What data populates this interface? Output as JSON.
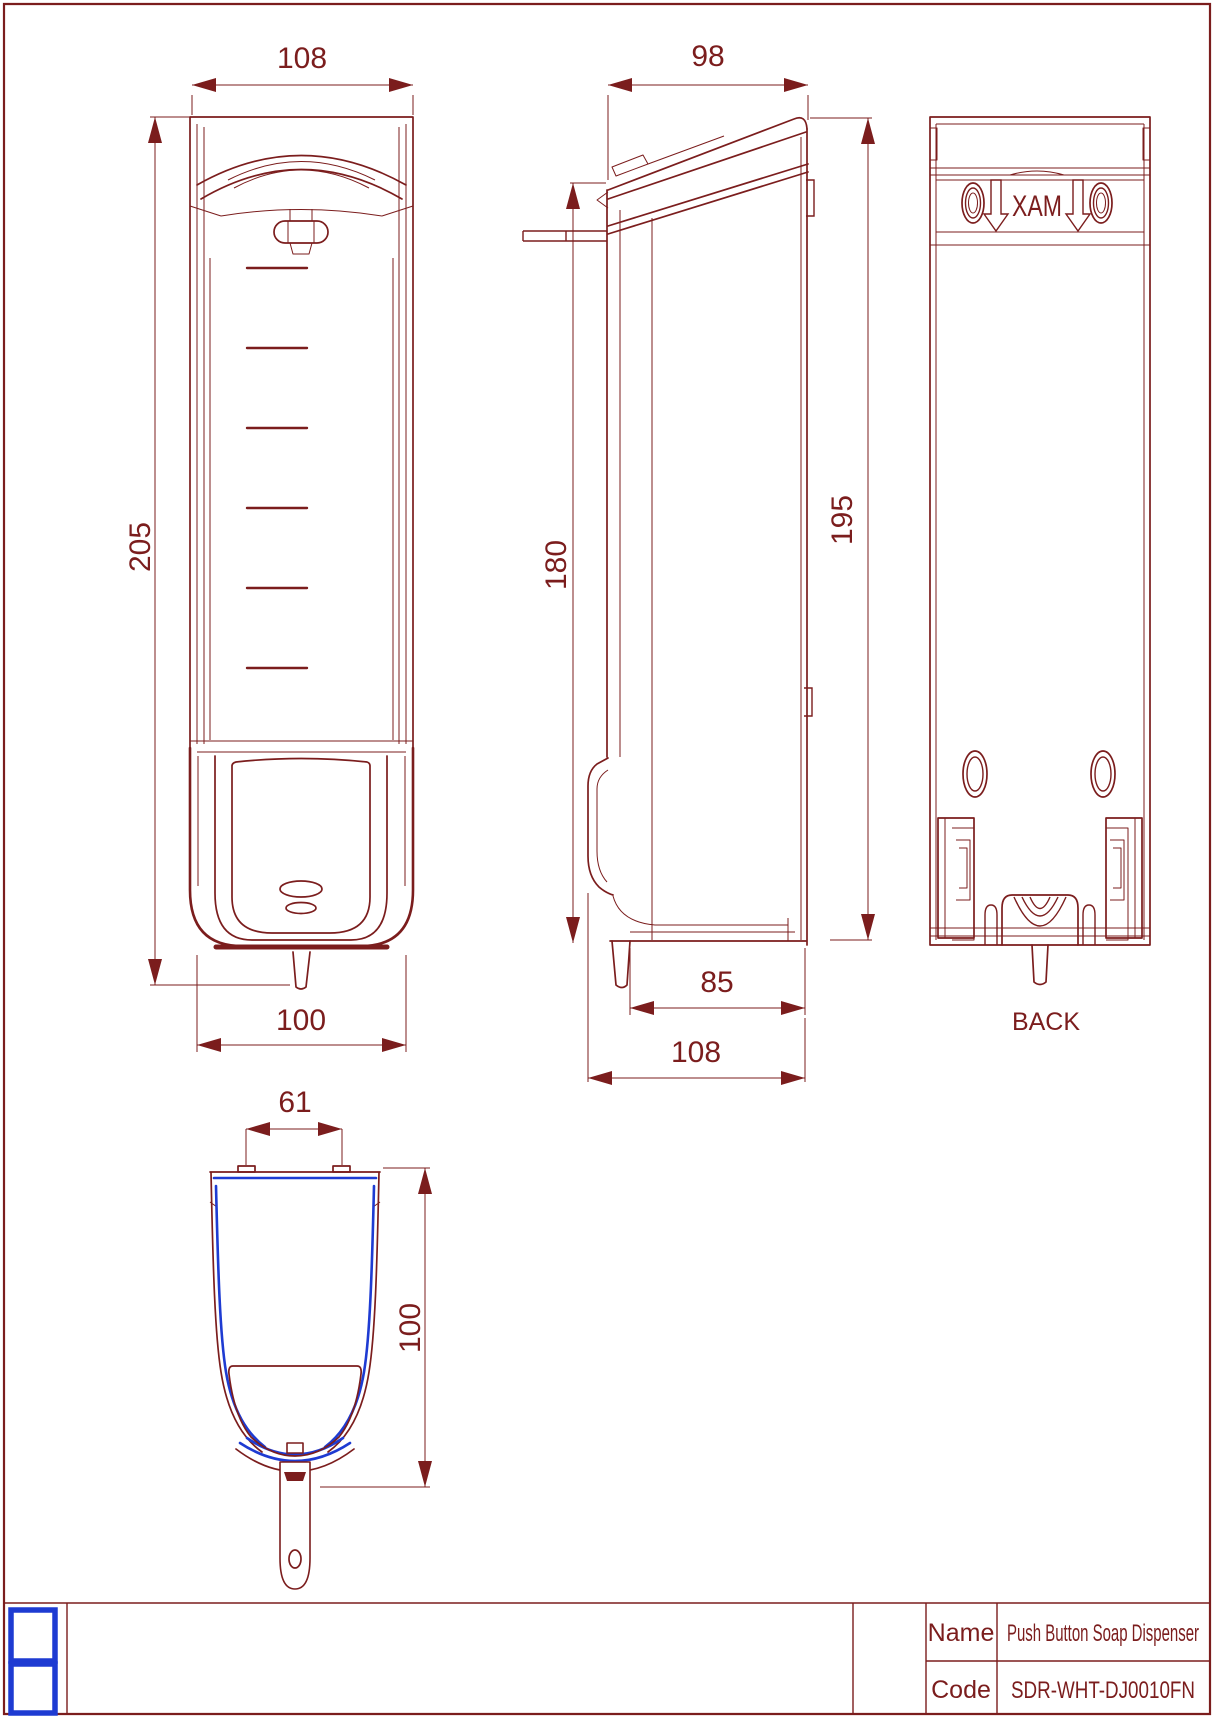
{
  "views": {
    "front": {
      "dim_width_top": "108",
      "dim_height": "205",
      "dim_width_bottom": "100"
    },
    "side": {
      "dim_depth_top": "98",
      "dim_height_front": "180",
      "dim_height_overall": "195",
      "dim_nozzle_to_back": "85",
      "dim_depth_overall": "108"
    },
    "back": {
      "view_label": "BACK",
      "max_marking": "XAM"
    },
    "bottom": {
      "dim_mount_width": "61",
      "dim_depth": "100"
    }
  },
  "title_block": {
    "name_label": "Name",
    "name_value": "Push Button Soap Dispenser",
    "code_label": "Code",
    "code_value": "SDR-WHT-DJ0010FN"
  },
  "colors": {
    "line": "#7b1d1d",
    "blue": "#1e3bd2",
    "background": "#ffffff"
  }
}
